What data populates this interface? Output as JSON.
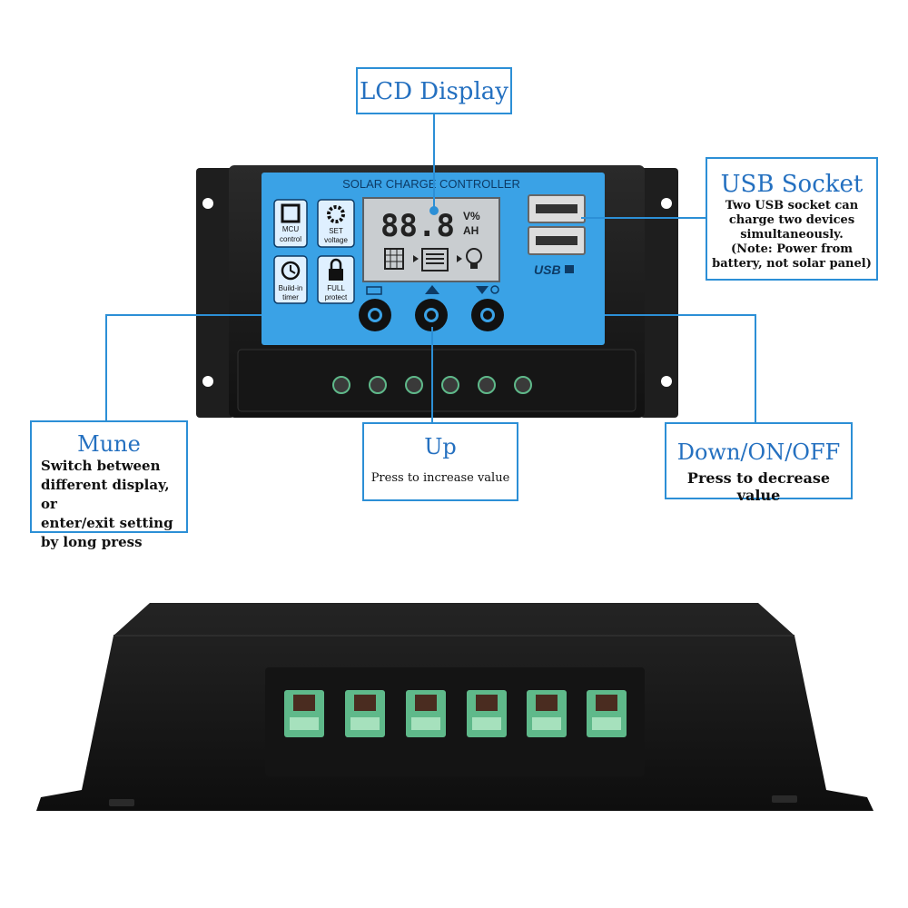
{
  "device": {
    "brand_label": "SOLAR CHARGE CONTROLLER",
    "lcd_digits": "88.8",
    "lcd_unit_top": "V%",
    "lcd_unit_bottom": "AH",
    "features": [
      {
        "line1": "MCU",
        "line2": "control",
        "icon": "chip-icon"
      },
      {
        "line1": "SET",
        "line2": "voltage",
        "icon": "gear-icon"
      },
      {
        "line1": "Build-in",
        "line2": "timer",
        "icon": "clock-icon"
      },
      {
        "line1": "FULL",
        "line2": "protect",
        "icon": "lock-icon"
      }
    ],
    "usb_logo": "USB"
  },
  "callouts": {
    "lcd": {
      "title": "LCD Display"
    },
    "usb": {
      "title": "USB Socket",
      "desc": [
        "Two USB socket can",
        "charge two devices",
        "simultaneously.",
        "(Note: Power from",
        "battery, not solar panel)"
      ]
    },
    "menu": {
      "title": "Mune",
      "desc": [
        "Switch between",
        "different display, or",
        "enter/exit setting",
        "by long press"
      ]
    },
    "up": {
      "title": "Up",
      "desc": "Press to increase value"
    },
    "down": {
      "title": "Down/ON/OFF",
      "desc": "Press to decrease value"
    }
  },
  "colors": {
    "panel_blue": "#3aa2e6",
    "callout_border": "#2c8fd6",
    "callout_title": "#2470c0",
    "body_black": "#1b1b1b",
    "terminal_green": "#5fb98a"
  }
}
